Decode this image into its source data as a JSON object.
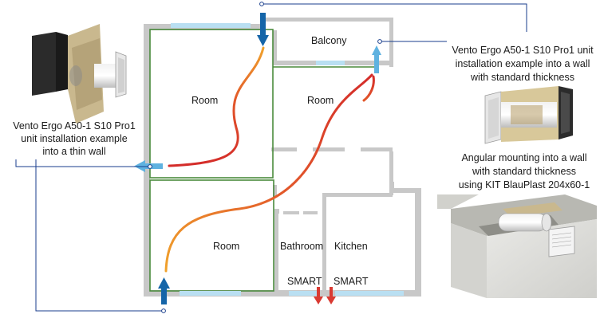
{
  "rooms": {
    "room_left_upper": "Room",
    "room_middle_upper": "Room",
    "balcony": "Balcony",
    "room_bottom": "Room",
    "bathroom": "Bathroom",
    "kitchen": "Kitchen"
  },
  "smart_labels": [
    "SMART",
    "SMART"
  ],
  "captions": {
    "thin_wall": [
      "Vento Ergo A50-1 S10 Pro1",
      "unit installation example",
      "into a thin wall"
    ],
    "standard_wall": [
      "Vento Ergo A50-1 S10 Pro1 unit",
      "installation example into a wall",
      "with standard thickness"
    ],
    "angular": [
      "Angular mounting into a wall",
      "with standard thickness",
      "using KIT BlauPlast 204x60-1"
    ]
  },
  "colors": {
    "wall": "#c8c8c8",
    "partition": "#4a8a3c",
    "window": "#b9dff2",
    "arrow_dark": "#1565a8",
    "arrow_light": "#5fb2e0",
    "smart_arrow": "#d93a32",
    "flow_warm": "#f0a22c",
    "flow_hot": "#d42c2a",
    "leader_line": "#1a3e8c"
  }
}
